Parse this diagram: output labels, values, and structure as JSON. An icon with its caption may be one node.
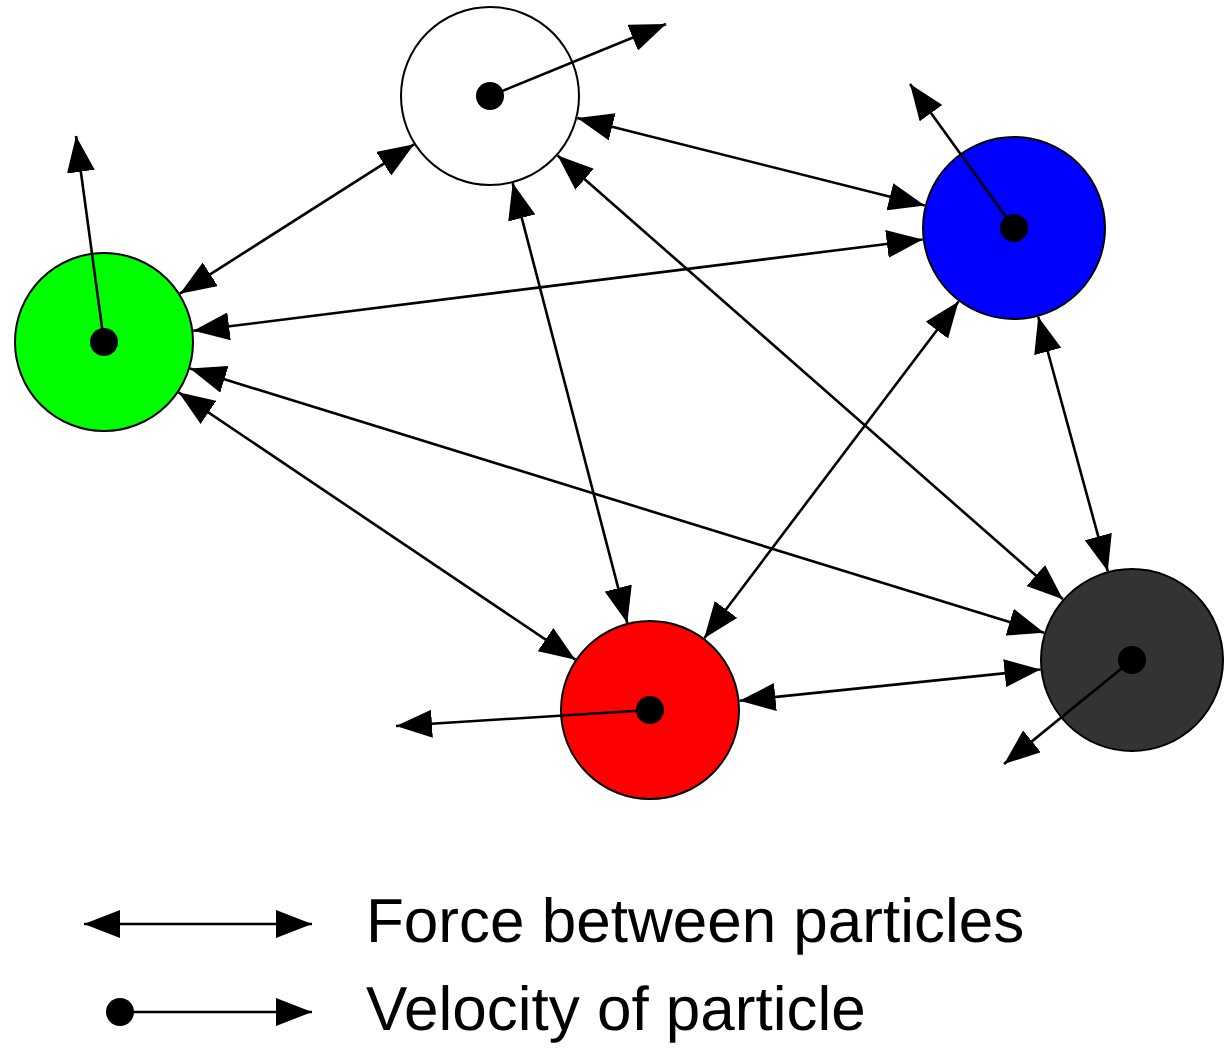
{
  "diagram": {
    "nodes": [
      {
        "text": [],
        "shape": "circle"
      },
      {
        "text": [],
        "shape": "circle"
      },
      {
        "text": [],
        "shape": "circle"
      },
      {
        "text": [],
        "shape": "circle"
      },
      {
        "text": [],
        "shape": "circle"
      }
    ],
    "edges": [
      {
        "from": 0,
        "to": 2,
        "arrow": "both"
      },
      {
        "from": 0,
        "to": 1,
        "arrow": "both"
      },
      {
        "from": 0,
        "to": 4,
        "arrow": "both"
      },
      {
        "from": 0,
        "to": 3,
        "arrow": "both"
      },
      {
        "from": 1,
        "to": 2,
        "arrow": "both"
      },
      {
        "from": 1,
        "to": 4,
        "arrow": "both"
      },
      {
        "from": 1,
        "to": 3,
        "arrow": "both"
      },
      {
        "from": 2,
        "to": 4,
        "arrow": "both"
      },
      {
        "from": 2,
        "to": 3,
        "arrow": "both"
      },
      {
        "from": 4,
        "to": 3,
        "arrow": "both"
      },
      {
        "from": 0,
        "to": null,
        "arrow": "to"
      },
      {
        "from": 1,
        "to": null,
        "arrow": "to"
      },
      {
        "from": 2,
        "to": null,
        "arrow": "to"
      },
      {
        "from": 4,
        "to": null,
        "arrow": "to"
      },
      {
        "from": 3,
        "to": null,
        "arrow": "to"
      }
    ],
    "legend": [
      {
        "text": "Force between particles"
      },
      {
        "text": "Velocity of particle"
      }
    ]
  }
}
